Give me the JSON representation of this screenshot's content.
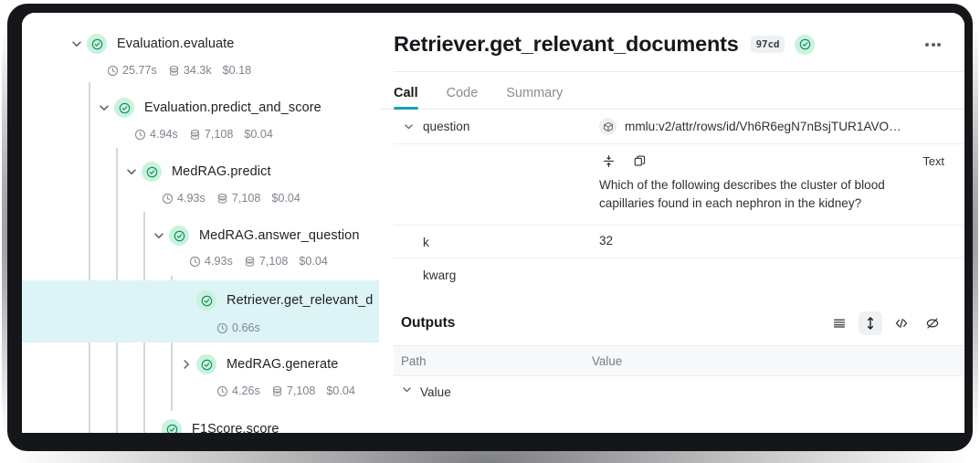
{
  "tree": {
    "nodes": [
      {
        "label": "Evaluation.evaluate",
        "duration": "25.77s",
        "tokens": "34.3k",
        "cost": "$0.18",
        "expanded": true,
        "status": "success"
      },
      {
        "label": "Evaluation.predict_and_score",
        "duration": "4.94s",
        "tokens": "7,108",
        "cost": "$0.04",
        "expanded": true,
        "status": "success"
      },
      {
        "label": "MedRAG.predict",
        "duration": "4.93s",
        "tokens": "7,108",
        "cost": "$0.04",
        "expanded": true,
        "status": "success"
      },
      {
        "label": "MedRAG.answer_question",
        "duration": "4.93s",
        "tokens": "7,108",
        "cost": "$0.04",
        "expanded": true,
        "status": "success"
      },
      {
        "label": "Retriever.get_relevant_d",
        "duration": "0.66s",
        "tokens": "",
        "cost": "",
        "expanded": false,
        "selected": true,
        "status": "success"
      },
      {
        "label": "MedRAG.generate",
        "duration": "4.26s",
        "tokens": "7,108",
        "cost": "$0.04",
        "expanded": false,
        "status": "success"
      },
      {
        "label": "F1Score.score",
        "duration": "",
        "tokens": "",
        "cost": "",
        "expanded": false,
        "status": "success"
      }
    ]
  },
  "detail": {
    "title": "Retriever.get_relevant_documents",
    "id_chip": "97cd",
    "status": "success",
    "menu_label": "more-options",
    "tabs": [
      {
        "label": "Call",
        "active": true
      },
      {
        "label": "Code",
        "active": false
      },
      {
        "label": "Summary",
        "active": false
      }
    ],
    "inputs": [
      {
        "key": "question",
        "has_chevron": true,
        "ref": "mmlu:v2/attr/rows/id/Vh6R6egN7nBsjTUR1AVO…",
        "kind": "Text",
        "text": "Which of the following describes the cluster of blood capillaries found in each nephron in the kidney?"
      },
      {
        "key": "k",
        "has_chevron": false,
        "value": "32"
      },
      {
        "key": "kwarg",
        "has_chevron": false,
        "value": ""
      }
    ],
    "outputs": {
      "title": "Outputs",
      "columns": {
        "path": "Path",
        "value": "Value"
      },
      "rows": [
        {
          "label": "Value",
          "expanded": true
        }
      ],
      "tools": [
        {
          "name": "list-view-icon",
          "selected": false
        },
        {
          "name": "expand-rows-icon",
          "selected": true
        },
        {
          "name": "code-view-icon",
          "selected": false
        },
        {
          "name": "hide-icon",
          "selected": false
        }
      ]
    }
  },
  "colors": {
    "accent": "#12a3b4",
    "selected_row": "#ddf4f6",
    "status_bg": "#c8f3dd",
    "status_fg": "#0f9d58"
  }
}
